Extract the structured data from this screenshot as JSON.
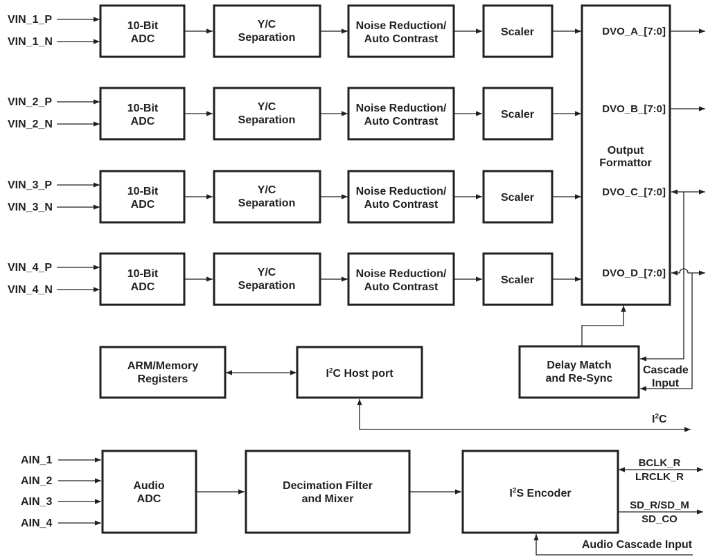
{
  "video_inputs": [
    {
      "p": "VIN_1_P",
      "n": "VIN_1_N"
    },
    {
      "p": "VIN_2_P",
      "n": "VIN_2_N"
    },
    {
      "p": "VIN_3_P",
      "n": "VIN_3_N"
    },
    {
      "p": "VIN_4_P",
      "n": "VIN_4_N"
    }
  ],
  "adc": [
    "10-Bit",
    "ADC"
  ],
  "yc": [
    "Y/C",
    "Separation"
  ],
  "nr": [
    "Noise Reduction/",
    "Auto Contrast"
  ],
  "scaler": "Scaler",
  "formatter": [
    "Output",
    "Formattor"
  ],
  "dvo_outputs": [
    "DVO_A_[7:0]",
    "DVO_B_[7:0]",
    "DVO_C_[7:0]",
    "DVO_D_[7:0]"
  ],
  "arm": [
    "ARM/Memory",
    "Registers"
  ],
  "i2c_host": {
    "pre": "I",
    "sup": "2",
    "post": "C Host port"
  },
  "delay": [
    "Delay Match",
    "and Re-Sync"
  ],
  "cascade": [
    "Cascade",
    "Input"
  ],
  "i2c_bus": {
    "pre": "I",
    "sup": "2",
    "post": "C"
  },
  "audio_inputs": [
    "AIN_1",
    "AIN_2",
    "AIN_3",
    "AIN_4"
  ],
  "audio_adc": [
    "Audio",
    "ADC"
  ],
  "decimation": [
    "Decimation Filter",
    "and Mixer"
  ],
  "i2s": {
    "pre": "I",
    "sup": "2",
    "post": "S Encoder"
  },
  "i2s_outputs": {
    "clocks": [
      "BCLK_R",
      "LRCLK_R"
    ],
    "data": [
      "SD_R/SD_M",
      "SD_CO"
    ]
  },
  "audio_cascade": "Audio Cascade Input"
}
